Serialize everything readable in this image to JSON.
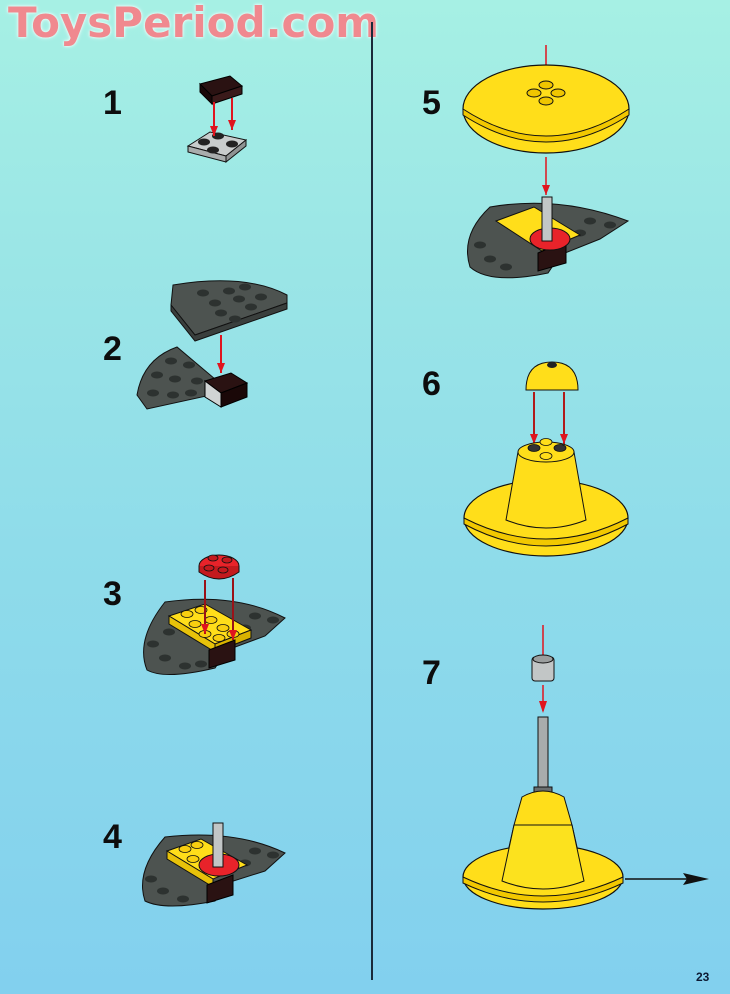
{
  "watermark": "ToysPeriod.com",
  "page_number": "23",
  "colors": {
    "background_top": "#a6f0e4",
    "background_bottom": "#82d0ee",
    "watermark": "#f0898f",
    "step_number": "#0d0d0d",
    "arrow_red": "#e0141e",
    "brick_yellow": "#ffde1a",
    "brick_dark_gray": "#4d5350",
    "brick_black_brown": "#2a1212",
    "brick_red": "#e8232a",
    "brick_light_gray": "#c2c6c6"
  },
  "steps": [
    {
      "number": "1",
      "description": "Attach dark brown 1x2 plate onto light gray 2x2 plate"
    },
    {
      "number": "2",
      "description": "Place dark gray quarter-round plate on top of the assembly next to another quarter-round plate"
    },
    {
      "number": "3",
      "description": "Attach red round 2x2 plate onto yellow 2x4 plate on dark gray semicircle base"
    },
    {
      "number": "4",
      "description": "Completed base with gray bar attached on red round plate"
    },
    {
      "number": "5",
      "description": "Attach large yellow round dish onto the bar of the base"
    },
    {
      "number": "6",
      "description": "Attach yellow dome onto cone of the yellow saucer"
    },
    {
      "number": "7",
      "description": "Slide gray round brick onto gray bar attached to the yellow saucer"
    }
  ],
  "navigation": {
    "next_page_arrow": "arrow-right-icon"
  }
}
